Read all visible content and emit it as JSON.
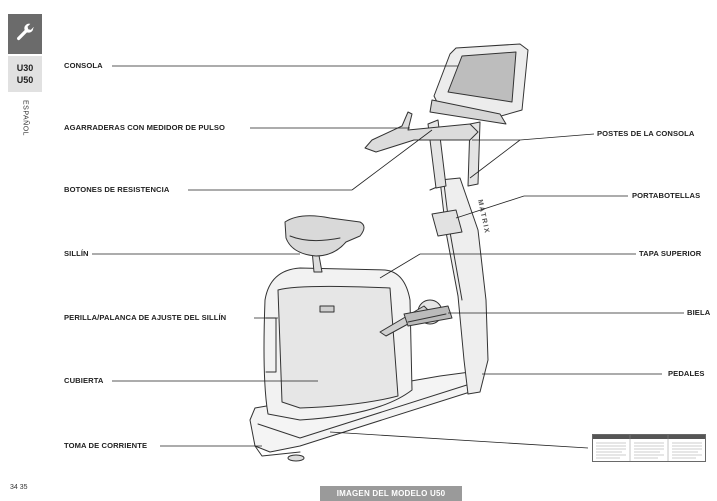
{
  "side_tab": {
    "icon": "wrench-icon",
    "models": [
      "U30",
      "U50"
    ],
    "language": "ESPAÑOL"
  },
  "labels": {
    "consola": "CONSOLA",
    "agarraderas": "AGARRADERAS CON MEDIDOR DE PULSO",
    "botones": "BOTONES DE RESISTENCIA",
    "sillin": "SILLÍN",
    "perilla": "PERILLA/PALANCA DE AJUSTE DEL SILLÍN",
    "cubierta": "CUBIERTA",
    "toma": "TOMA DE CORRIENTE",
    "postes": "POSTES DE LA CONSOLA",
    "portabotellas": "PORTABOTELLAS",
    "tapa": "TAPA SUPERIOR",
    "biela": "BIELA",
    "pedales": "PEDALES"
  },
  "frame_brand": "MATRIX",
  "page_number": "34 35",
  "model_caption": "IMAGEN DEL MODELO U50",
  "colors": {
    "tab_dark": "#6b6b6b",
    "tab_light": "#e1e1e1",
    "banner": "#9a9a9a",
    "line": "#222222"
  }
}
